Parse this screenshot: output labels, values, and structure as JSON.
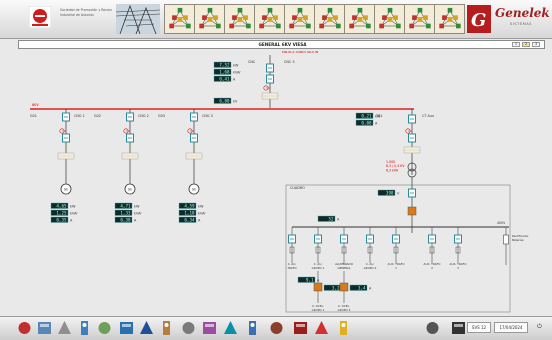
{
  "header": {
    "company_lines": [
      "Sociedad de Promoción y Reconversión",
      "Industrial de Asturias"
    ],
    "brand_name": "Genelek",
    "brand_sub": "SISTEMAS",
    "nav_tile_count": 10,
    "icons": {
      "left_logo": "company-logo",
      "tower": "transmission-tower-image",
      "tile": "node-graph-icon"
    }
  },
  "title": {
    "text": "GENERAL 6KV VIESA",
    "pages": [
      "1",
      "2",
      "3"
    ],
    "active_page": "2"
  },
  "diagram": {
    "top_feeder": {
      "labels": [
        "CNC",
        "CNC 3"
      ],
      "readings": [
        "7,52",
        "1,68",
        "0,41"
      ],
      "units": [
        "kW",
        "kVAr",
        "A"
      ],
      "bus_reading": "6,00",
      "bus_unit": "kV",
      "note": "ENLACE SUBESTACION"
    },
    "busbar_label": "6KV",
    "generators": [
      {
        "labels": [
          "G01",
          "CNG 1"
        ],
        "readings": [
          "4,65",
          "1,25",
          "0,35"
        ]
      },
      {
        "labels": [
          "G02",
          "CNG 2"
        ],
        "readings": [
          "4,71",
          "1,33",
          "0,38"
        ]
      },
      {
        "labels": [
          "G03",
          "CNG 3"
        ],
        "readings": [
          "4,59",
          "1,18",
          "0,34"
        ]
      }
    ],
    "generator_units": [
      "kW",
      "kVAr",
      "A"
    ],
    "generator_symbol": "GE",
    "transformer": {
      "labels": [
        "TR1",
        "CT Aux"
      ],
      "readings": [
        "0,21",
        "0,08"
      ],
      "units": [
        "kW",
        "A"
      ],
      "red_lines": [
        "1.000",
        "6,3 / 0,4 KV",
        "6,3 kVA"
      ]
    },
    "lv_panel": {
      "title": "CUADRO",
      "readings": [
        "398",
        "52"
      ],
      "units": [
        "V",
        "A"
      ],
      "bus_label": "400V"
    },
    "lv_feeders": [
      "C. AU. TRAFO",
      "C. AU. GRUPO 1",
      "ALUMBRADO GENERAL",
      "C. AU. GRUPO 2",
      "AUX. TRAFO 1",
      "AUX. TRAFO 2",
      "AUX. TRAFO 3"
    ],
    "lv_end": {
      "label": "Rectificador Baterías"
    },
    "motors": [
      {
        "label": "C. OCEL. GRUPO 1",
        "reading": "3,2",
        "unit": "A"
      },
      {
        "label": "C. OCEL. GRUPO 2",
        "reading": "3,4",
        "unit": "A"
      }
    ],
    "side_reading": {
      "value": "9,1",
      "unit": "A"
    }
  },
  "bottom": {
    "tools": [
      "overview-icon",
      "plant-icon",
      "pylon-icon",
      "generator-icon",
      "motor-icon",
      "pump-icon",
      "cabinet-icon",
      "transformer-icon",
      "crane-icon",
      "gauge-icon",
      "globe-icon",
      "chart-icon",
      "book-icon",
      "report-icon",
      "alarm-icon",
      "pie-chart-icon",
      "printer-icon",
      "user-icon"
    ],
    "status": [
      "SVS 12",
      "17/04/2024"
    ],
    "power_symbol": "⏻"
  },
  "colors": {
    "bus": "#e02020",
    "line": "#4a4a4a",
    "breaker": "#2a8b9a",
    "display": "#0e2a2a",
    "display_text": "#9fffdf"
  }
}
